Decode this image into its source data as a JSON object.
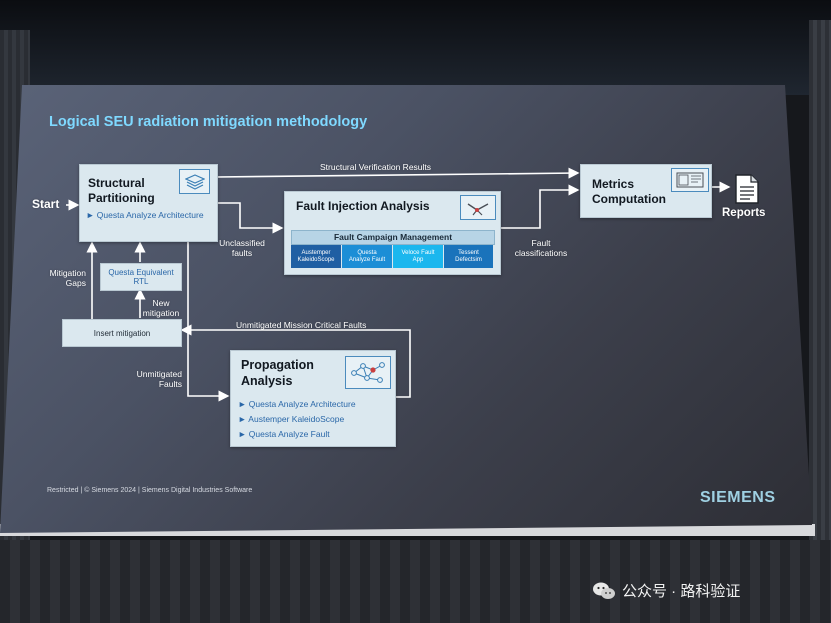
{
  "slide": {
    "title": "Logical SEU radiation mitigation methodology",
    "footer": "Restricted | © Siemens 2024 | Siemens Digital Industries Software",
    "logo": "SIEMENS"
  },
  "diagram": {
    "start_label": "Start",
    "structural": {
      "title_line1": "Structural",
      "title_line2": "Partitioning",
      "bullet": "► Questa Analyze Architecture"
    },
    "fault_injection": {
      "title": "Fault Injection Analysis",
      "campaign_title": "Fault Campaign Management",
      "tools": [
        {
          "line1": "Austemper",
          "line2": "KaleidoScope",
          "color": "#1f5fa3"
        },
        {
          "line1": "Questa",
          "line2": "Analyze Fault",
          "color": "#1c8ed6"
        },
        {
          "line1": "Veloce Fault",
          "line2": "App",
          "color": "#1bb7ee"
        },
        {
          "line1": "Tessent",
          "line2": "Defectsim",
          "color": "#1a73bb"
        }
      ]
    },
    "metrics": {
      "title_line1": "Metrics",
      "title_line2": "Computation"
    },
    "reports_label": "Reports",
    "propagation": {
      "title_line1": "Propagation",
      "title_line2": "Analysis",
      "bullets": [
        "► Questa Analyze Architecture",
        "► Austemper KaleidoScope",
        "► Questa Analyze Fault"
      ]
    },
    "equivalent_rtl": {
      "line1": "Questa Equivalent",
      "line2": "RTL"
    },
    "insert_mitigation": "Insert mitigation",
    "edge_labels": {
      "structural_verification_results": "Structural Verification Results",
      "unclassified_line1": "Unclassified",
      "unclassified_line2": "faults",
      "fault_classifications_line1": "Fault",
      "fault_classifications_line2": "classifications",
      "mitigation_gaps_line1": "Mitigation",
      "mitigation_gaps_line2": "Gaps",
      "new_mitigation_line1": "New",
      "new_mitigation_line2": "mitigation",
      "unmitigated_mission_critical": "Unmitigated Mission Critical Faults",
      "unmitigated_faults_line1": "Unmitigated",
      "unmitigated_faults_line2": "Faults"
    }
  },
  "watermark": {
    "text": "公众号 · 路科验证"
  },
  "colors": {
    "title": "#7fd9ff",
    "box_fill": "#dbe8ef",
    "bullet_text": "#2a67a8",
    "arrow": "#ffffff",
    "logo": "#9fd0e2"
  }
}
